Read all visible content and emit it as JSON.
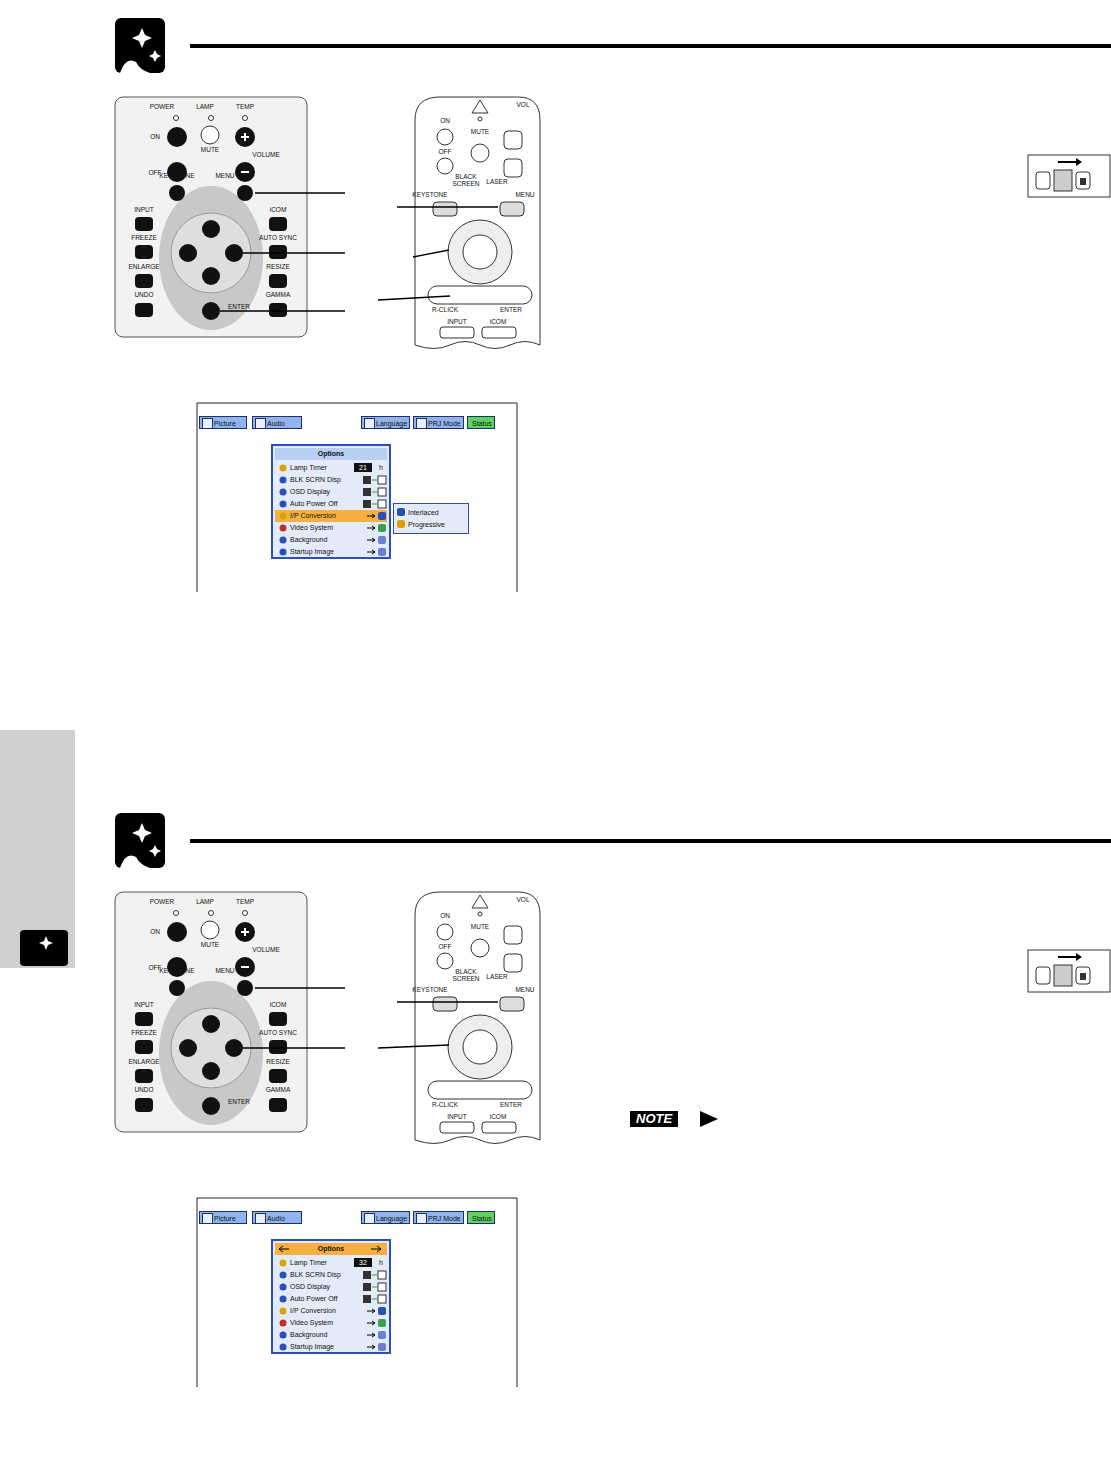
{
  "diagram": {
    "nodes": [
      {
        "text": [
          "POWER",
          "LAMP",
          "TEMP",
          "ON",
          "MUTE",
          "VOLUME",
          "OFF",
          "KEYSTONE",
          "MENU",
          "iCOM",
          "INPUT",
          "FREEZE",
          "ENLARGE",
          "UNDO",
          "ENTER",
          "AUTO SYNC",
          "RESIZE",
          "GAMMA"
        ]
      },
      {
        "text": [
          "ON",
          "MUTE",
          "VOL",
          "OFF",
          "BLACK SCREEN",
          "LASER",
          "KEYSTONE",
          "MENU",
          "R-CLICK",
          "ENTER",
          "INPUT",
          "iCOM"
        ]
      },
      {
        "text": [
          "Picture"
        ]
      },
      {
        "text": [
          "Audio"
        ]
      },
      {
        "text": [
          "Language"
        ]
      },
      {
        "text": [
          "PRJ Mode"
        ]
      },
      {
        "text": [
          "Status"
        ]
      },
      {
        "text": [
          "Options",
          "Lamp Timer",
          "21",
          "h",
          "BLK SCRN Disp",
          "OSD Display",
          "Auto Power Off",
          "I/P Conversion",
          "Video System",
          "Background",
          "Startup Image"
        ]
      },
      {
        "text": [
          "Interlaced",
          "Progressive"
        ]
      },
      {
        "text": [
          "POWER",
          "LAMP",
          "TEMP",
          "ON",
          "MUTE",
          "VOLUME",
          "OFF",
          "KEYSTONE",
          "MENU",
          "iCOM",
          "INPUT",
          "FREEZE",
          "ENLARGE",
          "UNDO",
          "ENTER",
          "AUTO SYNC",
          "RESIZE",
          "GAMMA"
        ]
      },
      {
        "text": [
          "ON",
          "MUTE",
          "VOL",
          "OFF",
          "BLACK SCREEN",
          "LASER",
          "KEYSTONE",
          "MENU",
          "R-CLICK",
          "ENTER",
          "INPUT",
          "iCOM"
        ]
      },
      {
        "text": [
          "Picture"
        ]
      },
      {
        "text": [
          "Audio"
        ]
      },
      {
        "text": [
          "Language"
        ]
      },
      {
        "text": [
          "PRJ Mode"
        ]
      },
      {
        "text": [
          "Status"
        ]
      },
      {
        "text": [
          "Options",
          "Lamp Timer",
          "32",
          "h",
          "BLK SCRN Disp",
          "OSD Display",
          "Auto Power Off",
          "I/P Conversion",
          "Video System",
          "Background",
          "Startup Image"
        ]
      }
    ],
    "labels": [
      "NOTE"
    ]
  }
}
